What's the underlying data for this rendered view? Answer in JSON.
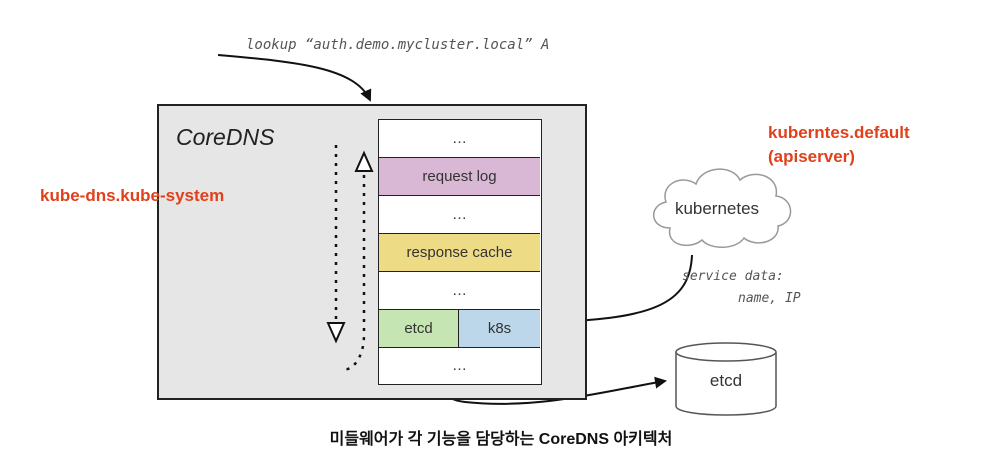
{
  "query": "lookup “auth.demo.mycluster.local” A",
  "coredns": {
    "title": "CoreDNS",
    "service_label": "kube-dns.kube-system",
    "stack": {
      "rows": [
        "…",
        "request log",
        "…",
        "response cache",
        "…"
      ],
      "split_row": {
        "left": "etcd",
        "right": "k8s"
      },
      "last_row": "…"
    }
  },
  "kubernetes": {
    "label": "kubernetes",
    "service_label_line1": "kuberntes.default",
    "service_label_line2": "(apiserver)",
    "note_line1": "service data:",
    "note_line2": "name, IP"
  },
  "etcd_store": {
    "label": "etcd"
  },
  "caption": "미들웨어가 각 기능을 담당하는 CoreDNS 아키텍처",
  "colors": {
    "accent_label": "#e0401a",
    "request_log": "#d9b8d6",
    "response_cache": "#eddc85",
    "etcd_plugin": "#c5e6b3",
    "k8s_plugin": "#bdd7ea",
    "coredns_bg": "#e6e6e6"
  }
}
